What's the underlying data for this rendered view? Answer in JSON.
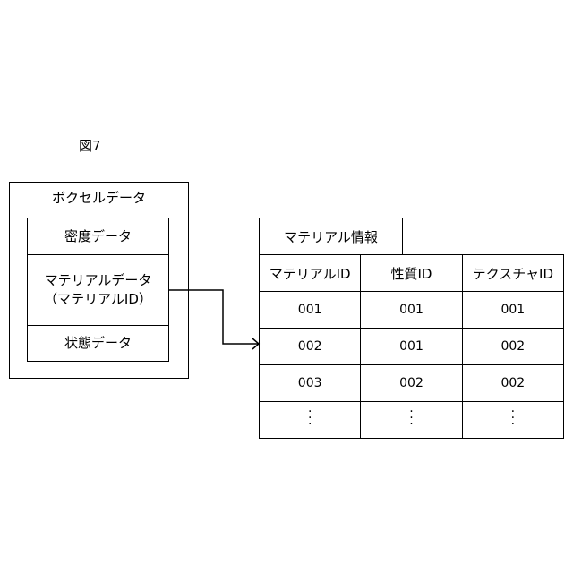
{
  "figure_label": "図7",
  "voxel": {
    "title": "ボクセルデータ",
    "density": "密度データ",
    "material_line1": "マテリアルデータ",
    "material_line2": "（マテリアルID）",
    "state": "状態データ"
  },
  "material_info": {
    "tab_label": "マテリアル情報",
    "headers": [
      "マテリアルID",
      "性質ID",
      "テクスチャID"
    ],
    "rows": [
      [
        "001",
        "001",
        "001"
      ],
      [
        "002",
        "001",
        "002"
      ],
      [
        "003",
        "002",
        "002"
      ]
    ]
  }
}
